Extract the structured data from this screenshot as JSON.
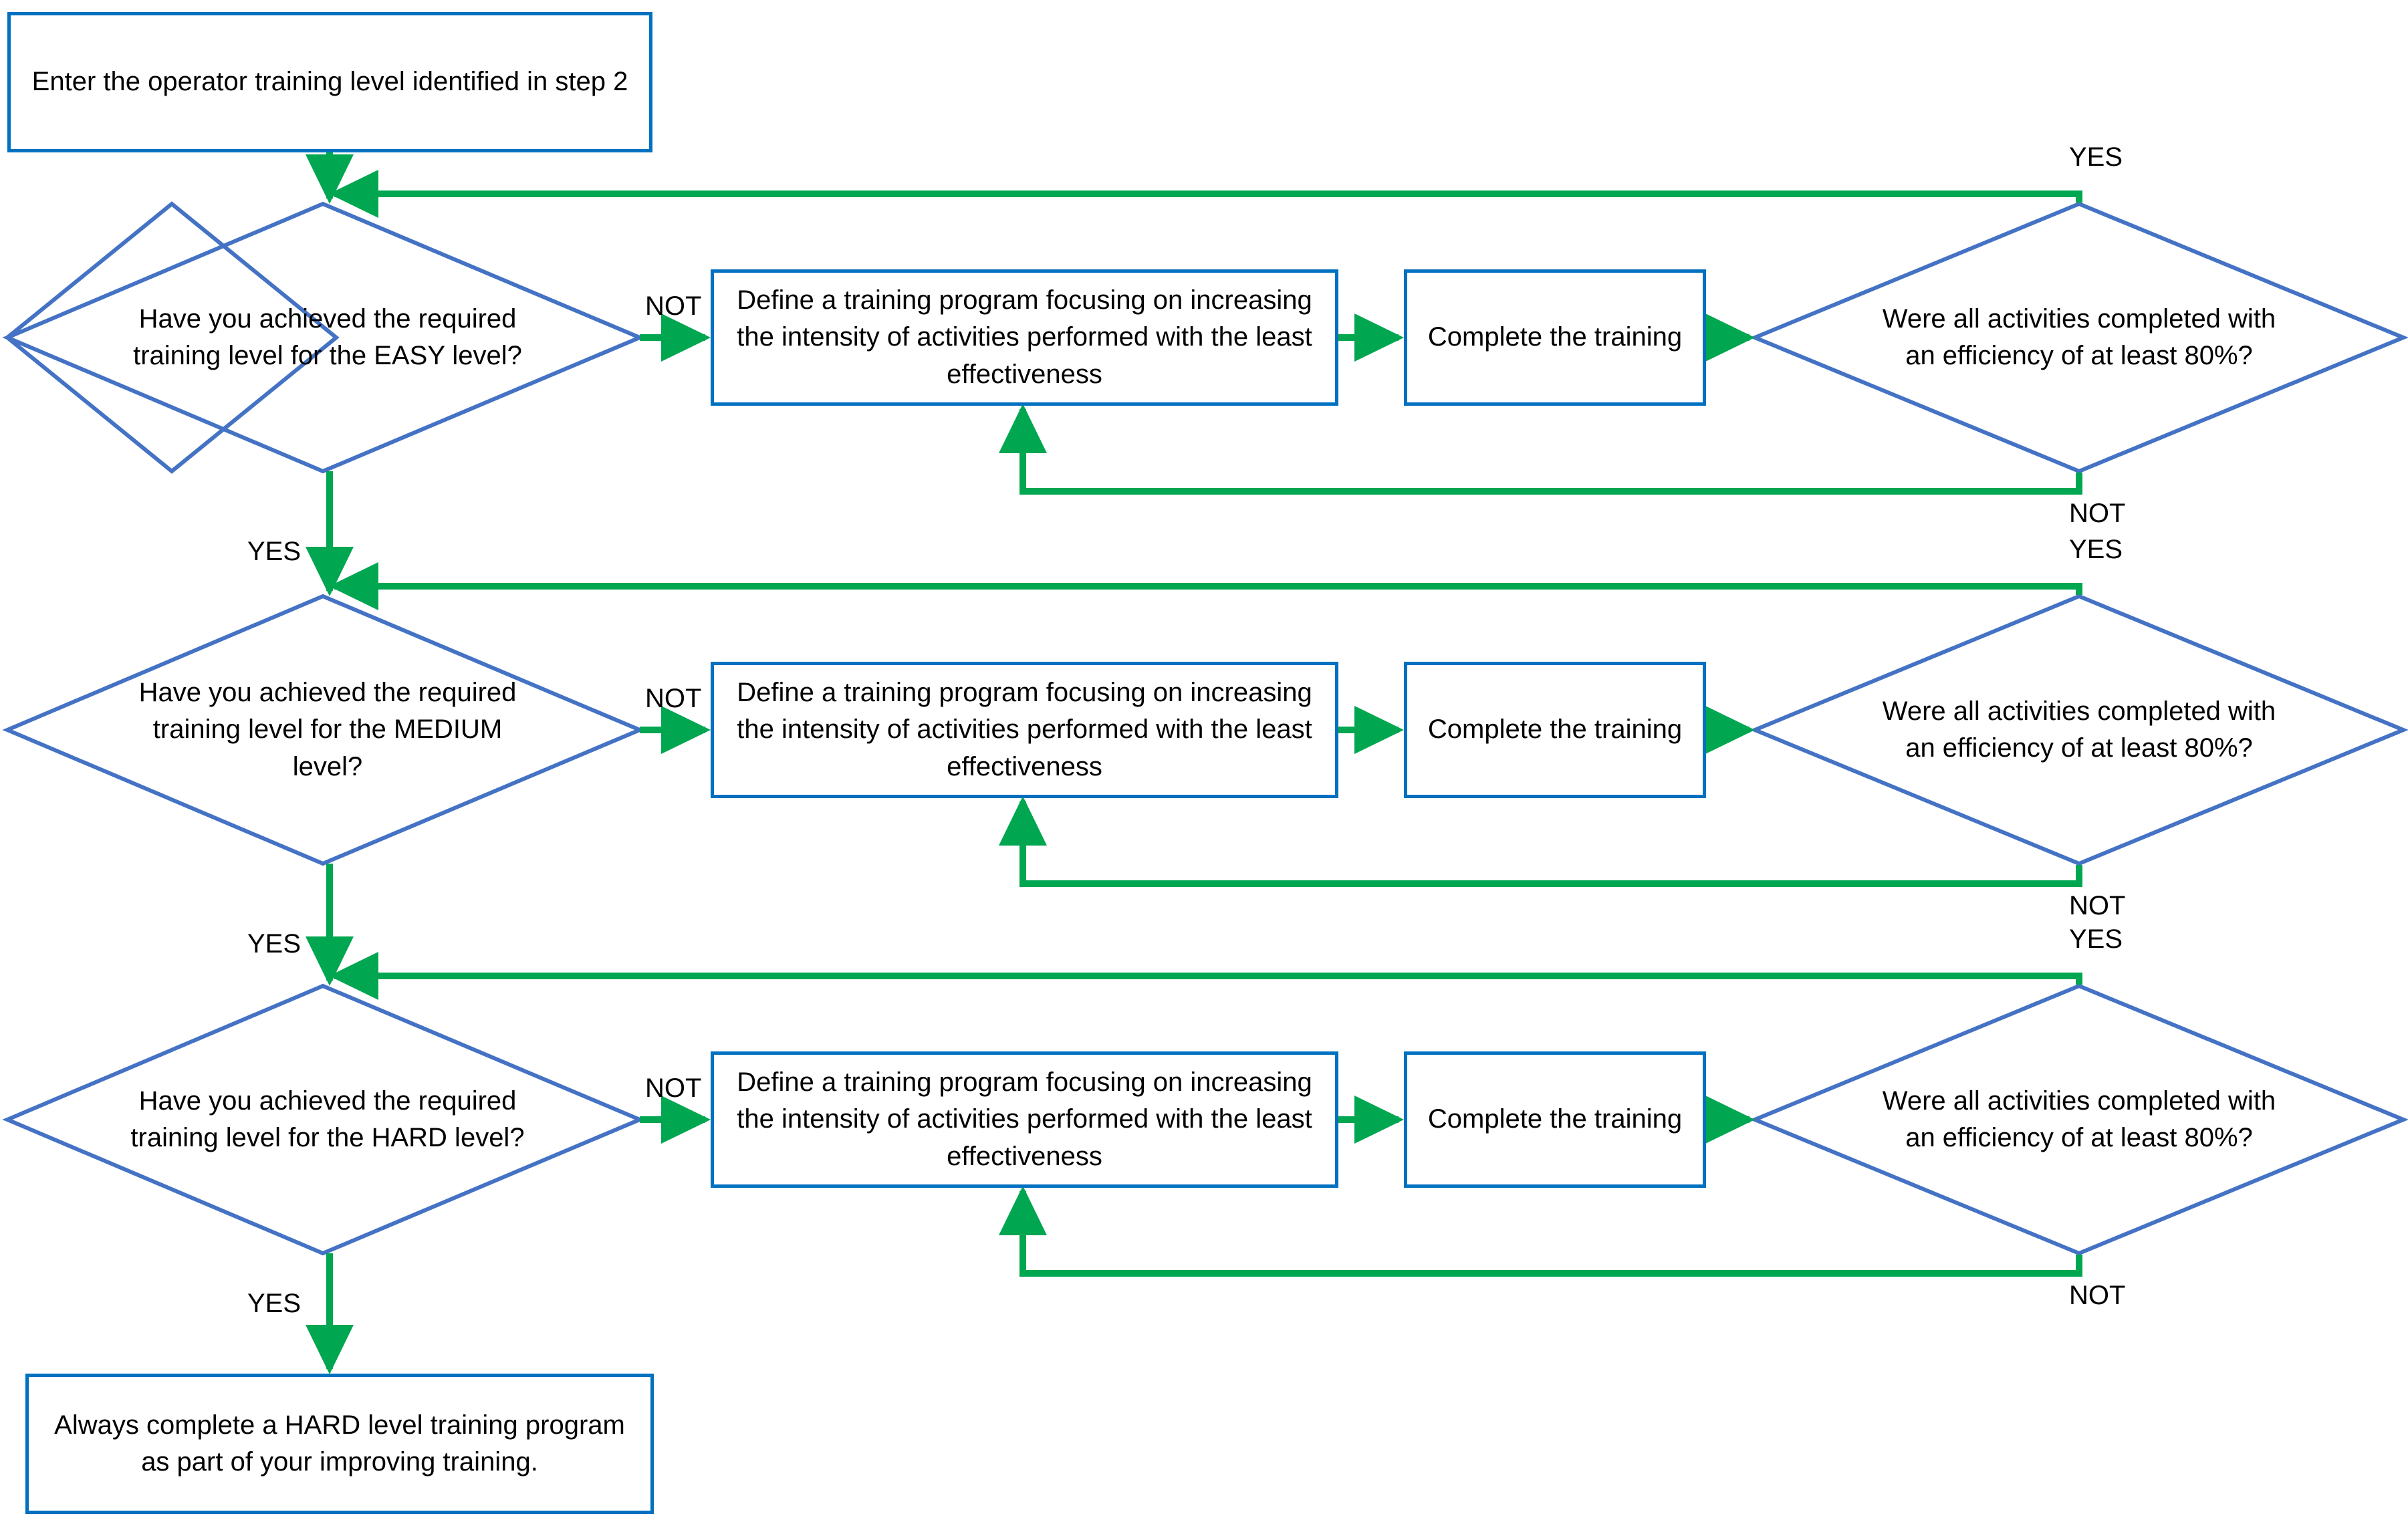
{
  "diagram": {
    "title": "Operator training level flowchart",
    "colors": {
      "process_border": "#0070C0",
      "decision_border": "#4472C4",
      "connector": "#00A650",
      "text": "#000000",
      "background": "#FFFFFF"
    }
  },
  "nodes": {
    "start": {
      "type": "process",
      "text": "Enter the operator training level identified in step 2"
    },
    "easy_decision": {
      "type": "decision",
      "text": "Have you achieved the required training level for the EASY level?"
    },
    "easy_define": {
      "type": "process",
      "text": "Define a training program focusing on increasing the intensity of activities performed with the least effectiveness"
    },
    "easy_complete": {
      "type": "process",
      "text": "Complete the training"
    },
    "easy_check": {
      "type": "decision",
      "text": "Were all activities completed with an efficiency of at least 80%?"
    },
    "medium_decision": {
      "type": "decision",
      "text": "Have you achieved the required training level for the MEDIUM level?"
    },
    "medium_define": {
      "type": "process",
      "text": "Define a training program focusing on increasing the intensity of activities performed with the least effectiveness"
    },
    "medium_complete": {
      "type": "process",
      "text": "Complete the training"
    },
    "medium_check": {
      "type": "decision",
      "text": "Were all activities completed with an efficiency of at least 80%?"
    },
    "hard_decision": {
      "type": "decision",
      "text": "Have you achieved the required training level for the HARD level?"
    },
    "hard_define": {
      "type": "process",
      "text": "Define a training program focusing on increasing the intensity of activities performed with the least effectiveness"
    },
    "hard_complete": {
      "type": "process",
      "text": "Complete the training"
    },
    "hard_check": {
      "type": "decision",
      "text": "Were all activities completed with an efficiency of at least 80%?"
    },
    "end": {
      "type": "process",
      "text": "Always complete a HARD level training program as part of your improving training."
    }
  },
  "edge_labels": {
    "easy_not": "NOT",
    "easy_check_yes": "YES",
    "easy_check_not": "NOT",
    "easy_yes": "YES",
    "medium_not": "NOT",
    "medium_check_yes": "YES",
    "medium_check_not": "NOT",
    "medium_yes": "YES",
    "hard_not": "NOT",
    "hard_check_yes": "YES",
    "hard_check_not": "NOT",
    "hard_yes": "YES"
  }
}
